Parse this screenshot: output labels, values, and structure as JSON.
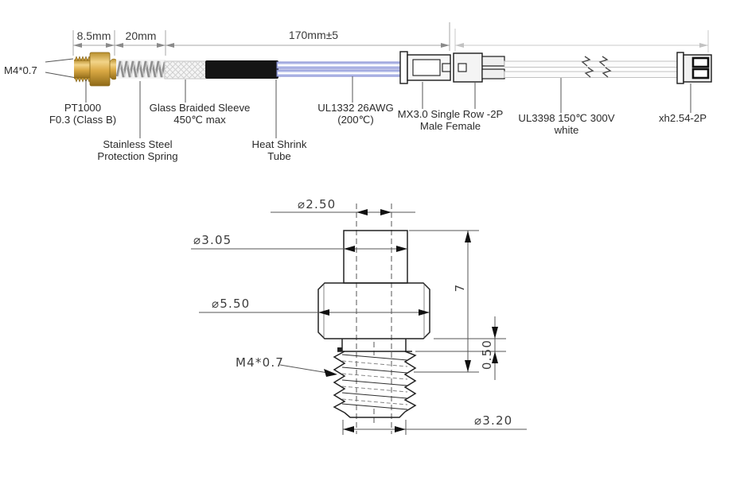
{
  "assembly": {
    "thread_label": "M4*0.7",
    "dimensions": {
      "seg1": "8.5mm",
      "seg2": "20mm",
      "seg3": "170mm±5"
    },
    "labels": {
      "sensor": [
        "PT1000",
        "F0.3 (Class B)"
      ],
      "spring": [
        "Stainless Steel",
        "Protection Spring"
      ],
      "sleeve": [
        "Glass Braided Sleeve",
        "450℃ max"
      ],
      "heat_shrink": [
        "Heat Shrink",
        "Tube"
      ],
      "inner_wire": [
        "UL1332 26AWG",
        "(200℃)"
      ],
      "connector_mid": [
        "MX3.0 Single Row -2P",
        "Male Female"
      ],
      "outer_wire": [
        "UL3398 150℃ 300V",
        "white"
      ],
      "connector_end": "xh2.54-2P"
    }
  },
  "part_drawing": {
    "dims": {
      "tip_od": "⌀2.50",
      "collar_od": "⌀3.05",
      "body_od": "⌀5.50",
      "thread": "M4*0.7",
      "thread_od": "⌀3.20",
      "height": "7",
      "step": "0.50"
    }
  },
  "colors": {
    "brass": "#d9a843",
    "heat_shrink": "#151515",
    "wire_blue": "#b4bce8",
    "wire_blue_edge": "#7f89d0",
    "wire_white": "#fbfbfb"
  }
}
